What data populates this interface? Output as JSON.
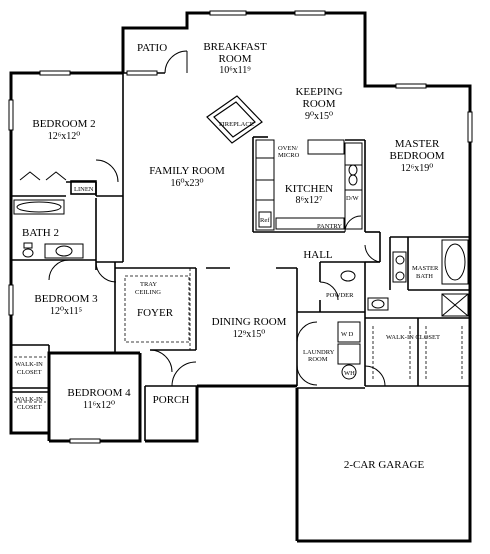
{
  "rooms": {
    "patio": "PATIO",
    "breakfast_name_1": "BREAKFAST",
    "breakfast_name_2": "ROOM",
    "breakfast_dim": "10⁶x11⁹",
    "keeping_name_1": "KEEPING",
    "keeping_name_2": "ROOM",
    "keeping_dim": "9⁰x15⁰",
    "bedroom2_name": "BEDROOM 2",
    "bedroom2_dim": "12⁶x12⁰",
    "family_name": "FAMILY ROOM",
    "family_dim": "16⁰x23⁰",
    "master_name_1": "MASTER",
    "master_name_2": "BEDROOM",
    "master_dim": "12⁶x19⁰",
    "kitchen_name": "KITCHEN",
    "kitchen_dim": "8⁶x12⁷",
    "bath2": "BATH 2",
    "hall": "HALL",
    "bedroom3_name": "BEDROOM 3",
    "bedroom3_dim": "12⁰x11⁵",
    "foyer": "FOYER",
    "dining_name": "DINING ROOM",
    "dining_dim": "12⁹x15⁰",
    "bedroom4_name": "BEDROOM 4",
    "bedroom4_dim": "11⁶x12⁰",
    "porch": "PORCH",
    "garage": "2-CAR GARAGE"
  },
  "small_labels": {
    "fireplace": "FIREPLACE",
    "oven_1": "OVEN/",
    "oven_2": "MICRO",
    "dw": "D/W",
    "pantry": "PANTRY",
    "ref": "Ref",
    "linen": "LINEN",
    "tray_1": "TRAY",
    "tray_2": "CEILING",
    "powder": "POWDER",
    "master_bath_1": "MASTER",
    "master_bath_2": "BATH",
    "laundry_1": "LAUNDRY",
    "laundry_2": "ROOM",
    "wd": "W  D",
    "walk_in_closet": "WALK-IN CLOSET",
    "walkin3_1": "WALK-IN",
    "walkin3_2": "CLOSET",
    "walkin4_1": "WALK-IN",
    "walkin4_2": "CLOSET",
    "wh": "WH"
  }
}
